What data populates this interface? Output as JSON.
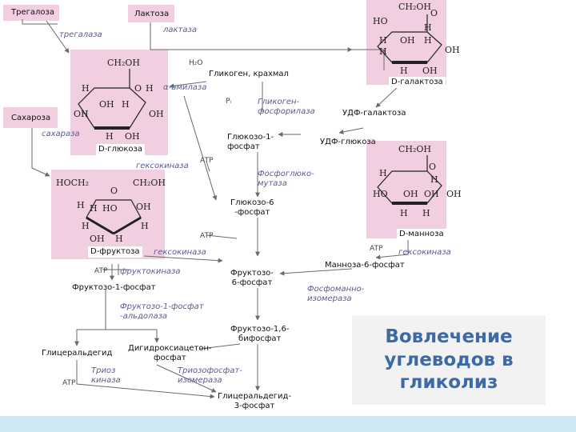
{
  "sugars": {
    "trehalose": "Трегалоза",
    "lactose": "Лактоза",
    "sucrose": "Сахароза",
    "glycogen_starch": "Гликоген, крахмал",
    "d_galactose": "D-галактоза",
    "d_glucose": "D-глюкоза",
    "d_fructose": "D-фруктоза",
    "d_mannose": "D-манноза"
  },
  "enzymes": {
    "trehalase": "трегалаза",
    "lactase": "лактаза",
    "alpha_amylase": "α-амилаза",
    "sucrase": "сахараза",
    "glycogen_phosphorylase": "Гликоген-\nфосфорилаза",
    "hexokinase_glucose": "гексокиназа",
    "phosphoglucomutase": "Фосфоглюко-\nмутаза",
    "hexokinase_fructose": "гексокиназа",
    "hexokinase_mannose": "гексокиназа",
    "fructokinase": "фруктокиназа",
    "f1p_aldolase": "Фруктозо-1-фосфат\n-альдолаза",
    "phosphomannose_isomerase": "Фосфоманно-\nизомераза",
    "triose_kinase": "Триоз\nкиназа",
    "triose_phosphate_isomerase": "Триозофосфат-\nизомераза"
  },
  "metabolites": {
    "h2o": "H₂O",
    "pi": "Pᵢ",
    "udp_galactose": "УДФ-галактоза",
    "udp_glucose": "УДФ-глюкоза",
    "glucose_1p": "Глюкозо-1-\nфосфат",
    "glucose_6p": "Глюкозо-6\n-фосфат",
    "fructose_6p": "Фруктозо-\n6-фосфат",
    "mannose_6p": "Манноза-6-фосфат",
    "fructose_1p": "Фруктозо-1-фосфат",
    "fructose_16bp": "Фруктозо-1,6-\nбифосфат",
    "glyceraldehyde": "Глицеральдегид",
    "dhap": "Дигидроксиацетон-\nфосфат",
    "g3p": "Глицеральдегид-\n3-фосфат",
    "atp_1": "ATP",
    "atp_2": "ATP",
    "atp_3": "ATP",
    "atp_4": "ATP",
    "atp_5": "ATP"
  },
  "structure_labels": {
    "ch2oh": "CH₂OH",
    "hoch2": "HOCH₂",
    "o": "O",
    "h": "H",
    "oh": "OH",
    "ho": "HO"
  },
  "title": "Вовлечение углеводов в гликолиз",
  "colors": {
    "structure_background": "#f2cfe0",
    "enzyme_text": "#5a5a9a",
    "title_text": "#3d6aa6",
    "title_background": "#f2f2f2",
    "bottom_bar": "#cfe7f2",
    "arrow": "#6a6a6a"
  }
}
